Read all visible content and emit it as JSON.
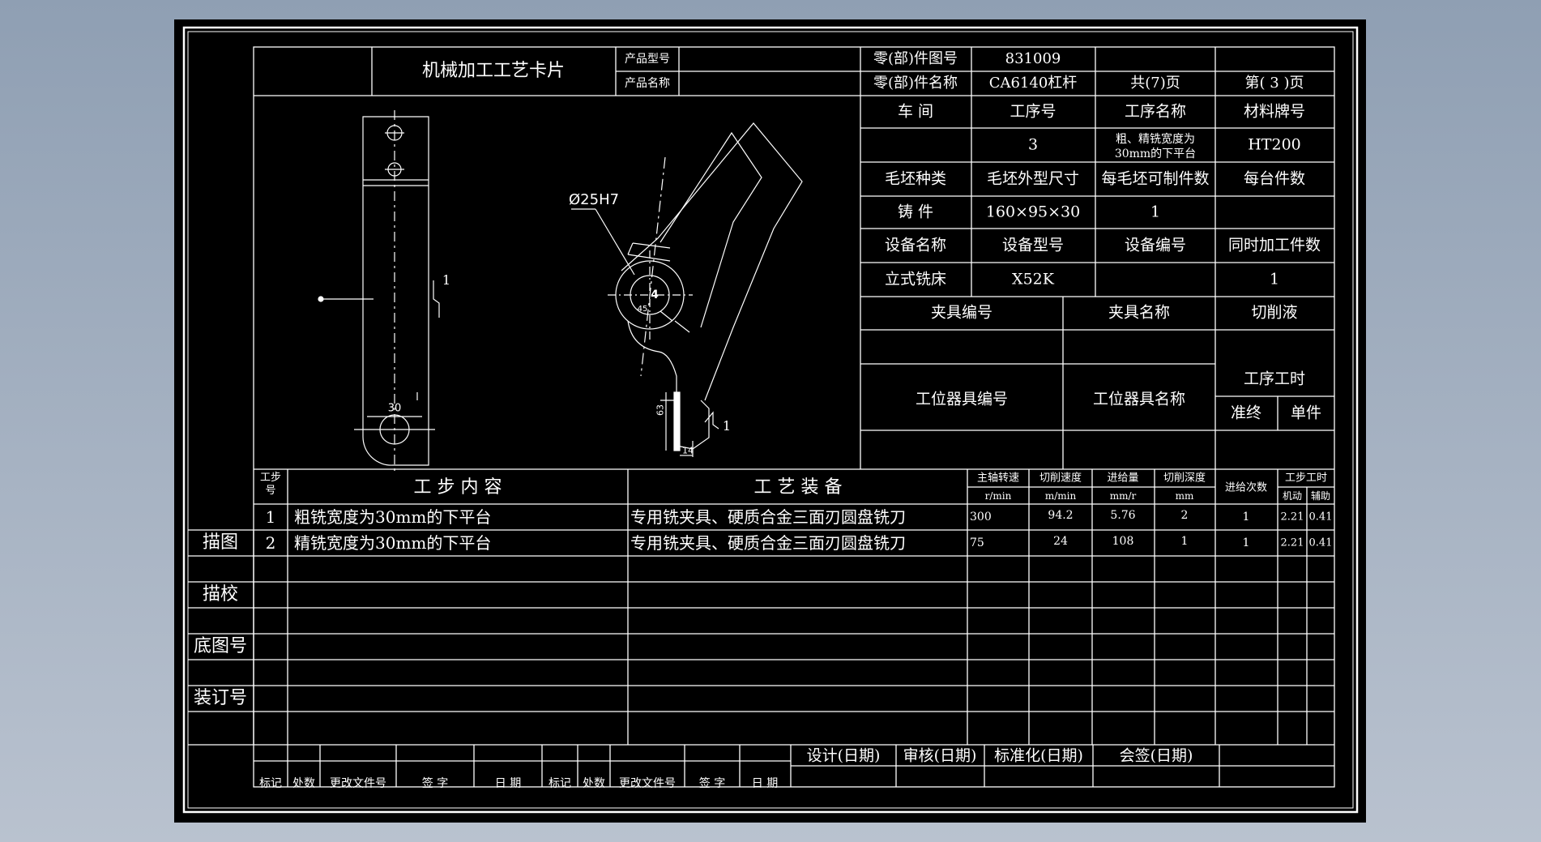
{
  "card": {
    "title": "机械加工工艺卡片",
    "product_model_label": "产品型号",
    "product_name_label": "产品名称",
    "part_drawing_no_label": "零(部)件图号",
    "part_drawing_no": "831009",
    "part_name_label": "零(部)件名称",
    "part_name": "CA6140杠杆",
    "total_pages": "共(7)页",
    "page_no": "第( 3 )页"
  },
  "info": {
    "workshop_label": "车  间",
    "process_no_label": "工序号",
    "process_name_label": "工序名称",
    "material_label": "材料牌号",
    "process_no": "3",
    "process_name": "粗、精铣宽度为30mm的下平台",
    "material": "HT200",
    "blank_type_label": "毛坯种类",
    "blank_size_label": "毛坯外型尺寸",
    "pieces_per_blank_label": "每毛坯可制件数",
    "pieces_per_unit_label": "每台件数",
    "blank_type": "铸  件",
    "blank_size": "160×95×30",
    "pieces_per_blank": "1",
    "equipment_name_label": "设备名称",
    "equipment_model_label": "设备型号",
    "equipment_no_label": "设备编号",
    "simultaneous_label": "同时加工件数",
    "equipment_name": "立式铣床",
    "equipment_model": "X52K",
    "simultaneous": "1",
    "fixture_no_label": "夹具编号",
    "fixture_name_label": "夹具名称",
    "coolant_label": "切削液",
    "station_tool_no_label": "工位器具编号",
    "station_tool_name_label": "工位器具名称",
    "process_time_label": "工序工时",
    "prep_label": "准终",
    "unit_label": "单件"
  },
  "drawing": {
    "dia_label": "Ø25H7",
    "dim_30": "30",
    "dim_4": "4",
    "dim_45": "45",
    "dim_63": "63",
    "dim_14": "14",
    "mark_1a": "1",
    "mark_1b": "1"
  },
  "steps": {
    "header": {
      "step_no": "工步号",
      "content": "工  步  内  容",
      "equipment": "工  艺  装  备",
      "spindle": "主轴转速",
      "spindle_unit": "r/min",
      "speed": "切削速度",
      "speed_unit": "m/min",
      "feed": "进给量",
      "feed_unit": "mm/r",
      "depth": "切削深度",
      "depth_unit": "mm",
      "passes": "进给次数",
      "step_time": "工步工时",
      "machine": "机动",
      "aux": "辅助"
    },
    "rows": [
      {
        "no": "1",
        "content": "粗铣宽度为30mm的下平台",
        "equipment": "专用铣夹具、硬质合金三面刃圆盘铣刀",
        "spindle": "300",
        "speed": "94.2",
        "feed": "5.76",
        "depth": "2",
        "passes": "1",
        "machine": "2.21",
        "aux": "0.41"
      },
      {
        "no": "2",
        "content": "精铣宽度为30mm的下平台",
        "equipment": "专用铣夹具、硬质合金三面刃圆盘铣刀",
        "spindle": "75",
        "speed": "24",
        "feed": "108",
        "depth": "1",
        "passes": "1",
        "machine": "2.21",
        "aux": "0.41"
      }
    ]
  },
  "side": {
    "trace": "描图",
    "check": "描校",
    "base_no": "底图号",
    "binding_no": "装订号"
  },
  "footer": {
    "design": "设计(日期)",
    "review": "审核(日期)",
    "standard": "标准化(日期)",
    "countersign": "会签(日期)",
    "mark": "标记",
    "count": "处数",
    "change_doc": "更改文件号",
    "sign": "签  字",
    "date": "日  期"
  },
  "colors": {
    "background": "#000000",
    "lines": "#ffffff"
  }
}
